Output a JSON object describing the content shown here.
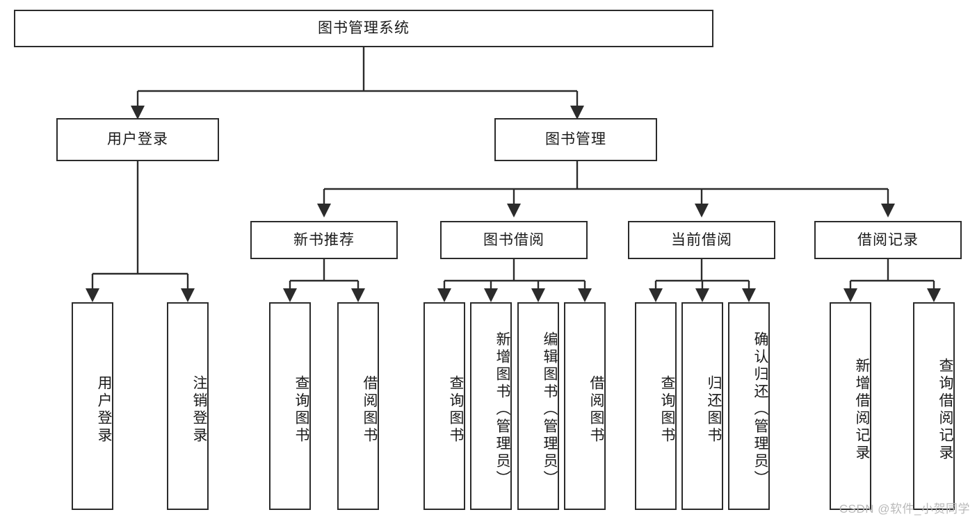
{
  "diagram": {
    "title": "图书管理系统",
    "watermark": "CSDN @软件_小贺同学",
    "colors": {
      "stroke": "#2b2b2b",
      "background": "#ffffff",
      "text": "#1a1a1a",
      "watermark": "#b9b9b9"
    },
    "nodes": {
      "root": {
        "label": "图书管理系统"
      },
      "level2": [
        {
          "id": "user-login",
          "label": "用户登录"
        },
        {
          "id": "book-manage",
          "label": "图书管理"
        }
      ],
      "level3": [
        {
          "id": "new-book-rec",
          "label": "新书推荐"
        },
        {
          "id": "book-borrow",
          "label": "图书借阅"
        },
        {
          "id": "current-borrow",
          "label": "当前借阅"
        },
        {
          "id": "borrow-record",
          "label": "借阅记录"
        }
      ],
      "leaves": [
        {
          "id": "leaf-user-login",
          "label": "用户登录",
          "parent": "user-login"
        },
        {
          "id": "leaf-user-logout",
          "label": "注销登录",
          "parent": "user-login"
        },
        {
          "id": "leaf-query-book-1",
          "label": "查询图书",
          "parent": "new-book-rec"
        },
        {
          "id": "leaf-borrow-book-1",
          "label": "借阅图书",
          "parent": "new-book-rec"
        },
        {
          "id": "leaf-query-book-2",
          "label": "查询图书",
          "parent": "book-borrow"
        },
        {
          "id": "leaf-add-book",
          "label": "新增图书（管理员）",
          "parent": "book-borrow"
        },
        {
          "id": "leaf-edit-book",
          "label": "编辑图书（管理员）",
          "parent": "book-borrow"
        },
        {
          "id": "leaf-borrow-book-2",
          "label": "借阅图书",
          "parent": "book-borrow"
        },
        {
          "id": "leaf-query-book-3",
          "label": "查询图书",
          "parent": "current-borrow"
        },
        {
          "id": "leaf-return-book",
          "label": "归还图书",
          "parent": "current-borrow"
        },
        {
          "id": "leaf-confirm-return",
          "label": "确认归还（管理员）",
          "parent": "current-borrow"
        },
        {
          "id": "leaf-add-record",
          "label": "新增借阅记录",
          "parent": "borrow-record"
        },
        {
          "id": "leaf-query-record",
          "label": "查询借阅记录",
          "parent": "borrow-record"
        }
      ]
    }
  }
}
